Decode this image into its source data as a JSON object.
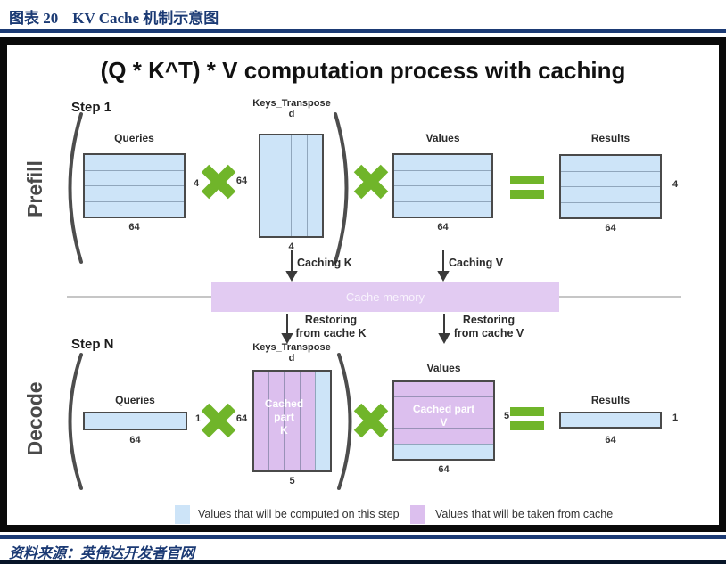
{
  "colors": {
    "navy": "#1b3a74",
    "light_blue": "#cde4f8",
    "purple": "#dcbfee",
    "cache_bar": "#e2cbf2",
    "green": "#70b52a",
    "border_gray": "#4a4a4a"
  },
  "header": {
    "figure_no": "图表 20",
    "title": "KV Cache 机制示意图"
  },
  "diagram": {
    "title": "(Q * K^T) * V computation process with caching",
    "prefill": {
      "side_label": "Prefill",
      "step_label": "Step 1",
      "queries": {
        "label": "Queries",
        "right_dim": "4",
        "bottom_dim": "64"
      },
      "keys": {
        "label_line1": "Keys_Transpose",
        "label_line2": "d",
        "left_dim": "64",
        "bottom_dim": "4"
      },
      "values": {
        "label": "Values",
        "bottom_dim": "64"
      },
      "results": {
        "label": "Results",
        "right_dim": "4",
        "bottom_dim": "64"
      }
    },
    "cache": {
      "caching_k": "Caching K",
      "caching_v": "Caching V",
      "bar_label": "Cache memory",
      "restoring_k_line1": "Restoring",
      "restoring_k_line2": "from cache K",
      "restoring_v_line1": "Restoring",
      "restoring_v_line2": "from cache V"
    },
    "decode": {
      "side_label": "Decode",
      "step_label": "Step N",
      "queries": {
        "label": "Queries",
        "right_dim": "1",
        "bottom_dim": "64"
      },
      "keys": {
        "label_line1": "Keys_Transpose",
        "label_line2": "d",
        "left_dim": "64",
        "bottom_dim": "5",
        "cached_line1": "Cached",
        "cached_line2": "part",
        "cached_line3": "K"
      },
      "values": {
        "label": "Values",
        "right_dim": "5",
        "bottom_dim": "64",
        "cached_line1": "Cached part",
        "cached_line2": "V"
      },
      "results": {
        "label": "Results",
        "right_dim": "1",
        "bottom_dim": "64"
      }
    },
    "legend": [
      {
        "swatch_color": "#cde4f8",
        "label": "Values that will be computed on this step"
      },
      {
        "swatch_color": "#dcbfee",
        "label": "Values that will be taken from cache"
      }
    ]
  },
  "footer": {
    "source": "资料来源：英伟达开发者官网"
  }
}
